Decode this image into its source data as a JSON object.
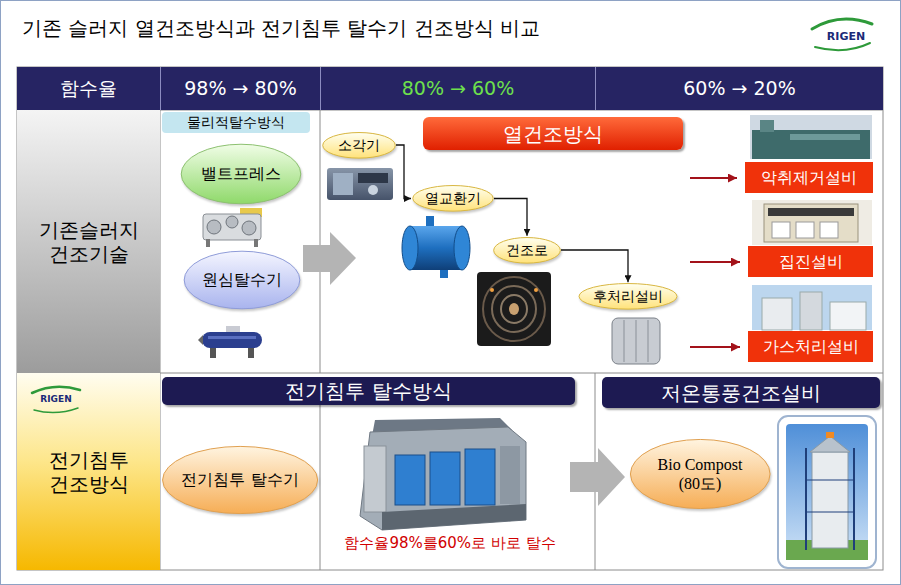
{
  "diagram": {
    "title": "기존 슬러지 열건조방식과 전기침투 탈수기 건조방식 비교",
    "nodes": [
      {
        "text": [
          "함수율"
        ]
      },
      {
        "text": [
          "98% → 80%"
        ]
      },
      {
        "text": [
          "80% → 60%"
        ]
      },
      {
        "text": [
          "60% → 20%"
        ]
      },
      {
        "text": [
          "기존슬러지 건조기술"
        ]
      },
      {
        "text": [
          "물리적탈수방식"
        ]
      },
      {
        "text": [
          "밸트프레스"
        ]
      },
      {
        "text": [
          "원심탈수기"
        ]
      },
      {
        "text": [
          "열건조방식"
        ]
      },
      {
        "text": [
          "소각기"
        ]
      },
      {
        "text": [
          "열교환기"
        ]
      },
      {
        "text": [
          "건조로"
        ]
      },
      {
        "text": [
          "후처리설비"
        ]
      },
      {
        "text": [
          "악취제거설비"
        ]
      },
      {
        "text": [
          "집진설비"
        ]
      },
      {
        "text": [
          "가스처리설비"
        ]
      },
      {
        "text": [
          "전기침투 건조방식"
        ]
      },
      {
        "text": [
          "전기침투 탈수방식"
        ]
      },
      {
        "text": [
          "저온통풍건조설비"
        ]
      },
      {
        "text": [
          "전기침투 탈수기"
        ]
      },
      {
        "text": [
          "Bio Compost (80도)"
        ]
      }
    ],
    "edges": [
      {
        "from": 9,
        "to": 10,
        "arrow": "to"
      },
      {
        "from": 10,
        "to": 11,
        "arrow": "to"
      },
      {
        "from": 11,
        "to": 12,
        "arrow": "to"
      }
    ],
    "labels": [
      "RIGEN",
      "RIGEN",
      "함수율98%를60%로 바로 탈수"
    ]
  }
}
